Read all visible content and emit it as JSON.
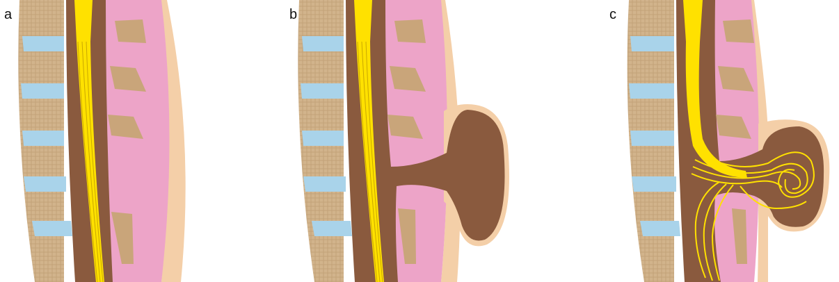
{
  "panels": [
    {
      "label": "a"
    },
    {
      "label": "b"
    },
    {
      "label": "c"
    }
  ],
  "colors": {
    "background": "#ffffff",
    "vertebra": "#d2b48c",
    "vertebra_hatch": "#b8956a",
    "disc": "#a9d3ea",
    "dura": "#8a5a3e",
    "spinal_cord": "#ffe100",
    "soft_tissue": "#eda4c8",
    "skin": "#f4cfa8",
    "spinous_process": "#c9a57a"
  },
  "icons": {
    "panel_a": "normal-spine-cross-section",
    "panel_b": "meningocele-cross-section",
    "panel_c": "myelomeningocele-cross-section"
  }
}
